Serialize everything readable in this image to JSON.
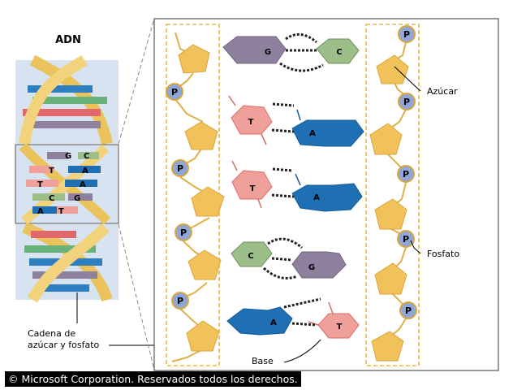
{
  "labels": {
    "dna_title": "ADN",
    "azucar": "Azúcar",
    "fosfato": "Fosfato",
    "base": "Base",
    "cadena_line1": "Cadena de",
    "cadena_line2": "azúcar y fosfato",
    "phosphate_symbol": "P"
  },
  "base_pairs": [
    {
      "left": "G",
      "right": "C"
    },
    {
      "left": "T",
      "right": "A"
    },
    {
      "left": "T",
      "right": "A"
    },
    {
      "left": "C",
      "right": "G"
    },
    {
      "left": "A",
      "right": "T"
    }
  ],
  "helix_letters": [
    "G",
    "C",
    "T",
    "A",
    "T",
    "A",
    "C",
    "G",
    "A",
    "T"
  ],
  "copyright": "© Microsoft Corporation. Reservados todos los derechos.",
  "colors": {
    "sugar": "#f2c25a",
    "sugar_stroke": "#d9a63c",
    "phosphate": "#8fa6d8",
    "phosphate_stroke": "#d9a63c",
    "backbone": "#e0b048",
    "G": "#8e819e",
    "C": "#9cbf8a",
    "T": "#f0a09a",
    "A": "#1e6fb4",
    "panel_left_bg": "#d7e3f0",
    "helix_ribbon": "#eac35c",
    "dash_box": "#e6b64a"
  }
}
